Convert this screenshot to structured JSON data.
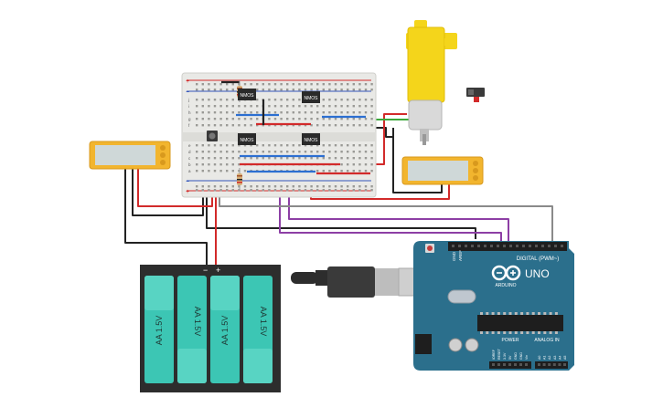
{
  "breadboard": {
    "row_letters": [
      "j",
      "i",
      "h",
      "g",
      "f",
      "e",
      "d",
      "c",
      "b",
      "a"
    ],
    "rail_plus": "+",
    "rail_minus": "−"
  },
  "mosfets": [
    {
      "label": "NMOS"
    },
    {
      "label": "NMOS"
    },
    {
      "label": "NMOS"
    },
    {
      "label": "NMOS"
    }
  ],
  "multimeter_left": {
    "display": ""
  },
  "multimeter_right": {
    "display": ""
  },
  "battery_pack": {
    "cells": [
      "AA 1.5V",
      "AA 1.5V",
      "AA 1.5V",
      "AA 1.5V"
    ],
    "minus_label": "−",
    "plus_label": "+"
  },
  "arduino": {
    "model": "UNO",
    "brand": "ARDUINO",
    "digital_header": "DIGITAL (PWM~)",
    "power_label": "POWER",
    "analog_label": "ANALOG IN",
    "ioref": "IOREF",
    "reset_label": "RESET",
    "aref": "AREF",
    "gnd": "GND",
    "pins_power": [
      "IOREF",
      "RESET",
      "3.3V",
      "5V",
      "GND",
      "GND",
      "Vin"
    ],
    "pins_analog": [
      "A0",
      "A1",
      "A2",
      "A3",
      "A4",
      "A5"
    ]
  },
  "colors": {
    "breadboard": "#e9e9e6",
    "arduino_board": "#2b6f8c",
    "battery_cell": "#3cc6b4",
    "motor_yellow": "#f4d51b",
    "multimeter": "#f2b52e",
    "wire_red": "#d22a2a",
    "wire_black": "#222222",
    "wire_purple": "#8d3fa5",
    "wire_grey": "#8a8a8a",
    "wire_green": "#3aa83a",
    "wire_blue": "#2c6fd1"
  },
  "icons": {
    "usb_cable": "usb-cable-icon",
    "push_button": "push-button-icon",
    "resistor": "resistor-icon",
    "switch": "slide-switch-icon",
    "dc_motor": "dc-motor-icon"
  }
}
